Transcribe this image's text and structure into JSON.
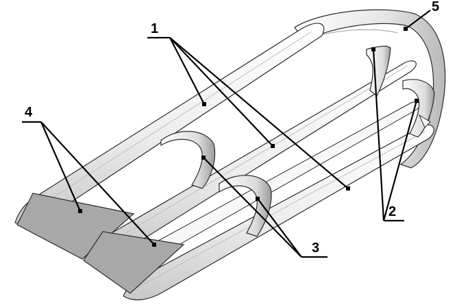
{
  "figure": {
    "labels": [
      {
        "id": "label-1",
        "text": "1"
      },
      {
        "id": "label-2",
        "text": "2"
      },
      {
        "id": "label-3",
        "text": "3"
      },
      {
        "id": "label-4",
        "text": "4"
      },
      {
        "id": "label-5",
        "text": "5"
      }
    ]
  },
  "colors": {
    "background": "#ffffff",
    "tube_fill": "#f2f2f2",
    "tube_shade": "#cfcfcf",
    "tube_edge": "#2a2a2a",
    "plate_fill": "#a8a8a8",
    "leader": "#000000"
  }
}
